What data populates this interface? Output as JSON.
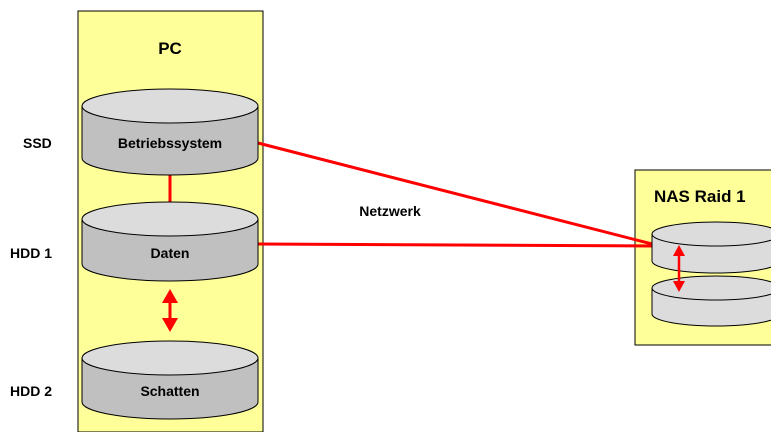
{
  "pc": {
    "title": "PC"
  },
  "nas": {
    "title": "NAS Raid 1"
  },
  "disks": {
    "system": {
      "label": "Betriebssystem",
      "type": "SSD"
    },
    "data": {
      "label": "Daten",
      "type": "HDD 1"
    },
    "shadow": {
      "label": "Schatten",
      "type": "HDD 2"
    }
  },
  "network": {
    "label": "Netzwerk"
  },
  "colors": {
    "panel": "#ffff99",
    "disk_top": "#dcdcdc",
    "disk_body": "#c0c0c0",
    "connector": "#ff0000"
  }
}
